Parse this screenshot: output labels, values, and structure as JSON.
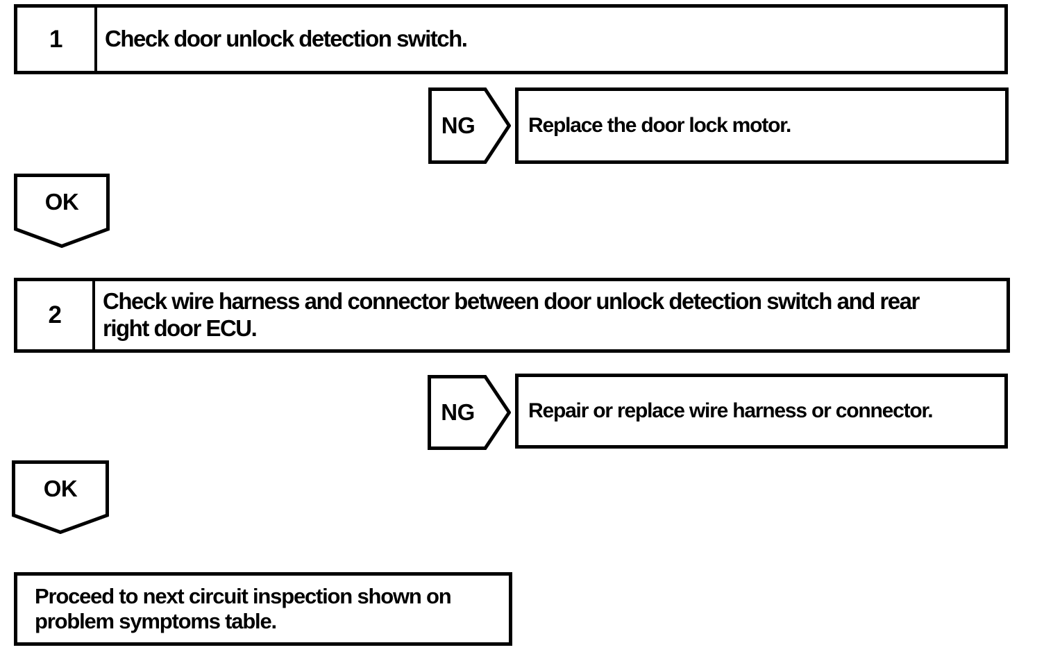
{
  "page": {
    "background": "#ffffff",
    "ink": "#000000"
  },
  "steps": [
    {
      "number": "1",
      "instruction": "Check door unlock detection switch.",
      "ng": {
        "label": "NG",
        "action": "Replace the door lock motor."
      },
      "ok": {
        "label": "OK"
      }
    },
    {
      "number": "2",
      "instruction": "Check wire harness and connector between door unlock detection switch and rear right door ECU.",
      "ng": {
        "label": "NG",
        "action": "Repair or replace wire harness or connector."
      },
      "ok": {
        "label": "OK"
      }
    }
  ],
  "final": {
    "action": "Proceed to next circuit inspection shown on problem symptoms table."
  }
}
